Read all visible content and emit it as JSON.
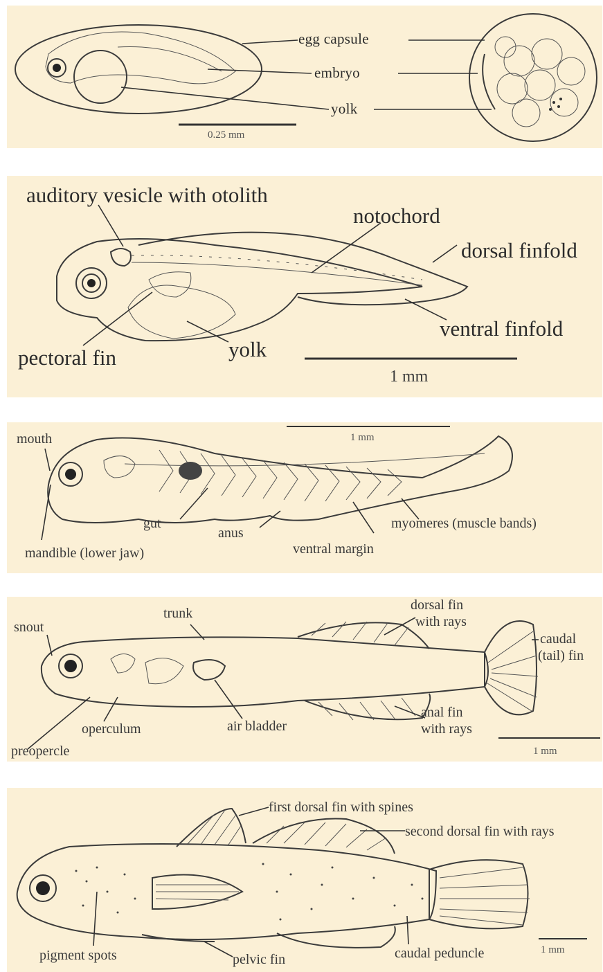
{
  "panels": [
    {
      "labels": {
        "egg_capsule": "egg capsule",
        "embryo": "embryo",
        "yolk": "yolk",
        "scale": "0.25 mm"
      }
    },
    {
      "labels": {
        "auditory_vesicle": "auditory vesicle with otolith",
        "notochord": "notochord",
        "dorsal_finfold": "dorsal finfold",
        "ventral_finfold": "ventral finfold",
        "pectoral_fin": "pectoral fin",
        "yolk": "yolk",
        "scale": "1 mm"
      }
    },
    {
      "labels": {
        "mouth": "mouth",
        "scale": "1 mm",
        "gut": "gut",
        "anus": "anus",
        "myomeres": "myomeres (muscle bands)",
        "mandible": "mandible (lower jaw)",
        "ventral_margin": "ventral margin"
      }
    },
    {
      "labels": {
        "snout": "snout",
        "trunk": "trunk",
        "dorsal_fin_line1": "dorsal fin",
        "dorsal_fin_line2": "with rays",
        "caudal_fin_line1": "caudal",
        "caudal_fin_line2": "(tail) fin",
        "operculum": "operculum",
        "air_bladder": "air bladder",
        "anal_fin_line1": "anal fin",
        "anal_fin_line2": "with rays",
        "preopercle": "preopercle",
        "scale": "1 mm"
      }
    },
    {
      "labels": {
        "first_dorsal_fin": "first dorsal fin with spines",
        "second_dorsal_fin": "second dorsal fin with rays",
        "pigment_spots": "pigment spots",
        "pelvic_fin": "pelvic fin",
        "caudal_peduncle": "caudal peduncle",
        "scale": "1 mm"
      }
    }
  ]
}
